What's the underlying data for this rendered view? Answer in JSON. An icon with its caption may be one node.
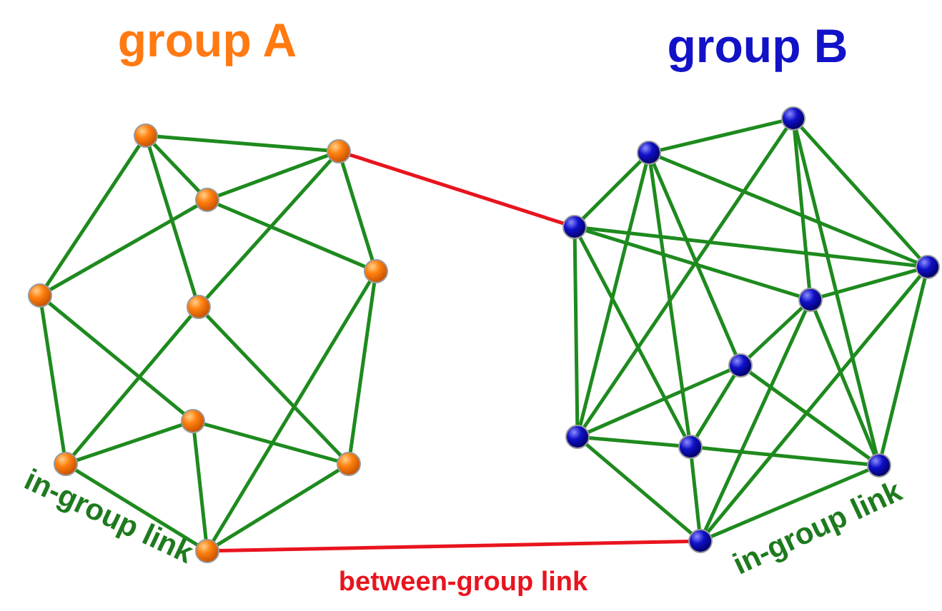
{
  "diagram": {
    "nodes": [
      {
        "text": [],
        "shape": "circle"
      },
      {
        "text": [],
        "shape": "circle"
      },
      {
        "text": [],
        "shape": "circle"
      },
      {
        "text": [],
        "shape": "circle"
      },
      {
        "text": [],
        "shape": "circle"
      },
      {
        "text": [],
        "shape": "circle"
      },
      {
        "text": [],
        "shape": "circle"
      },
      {
        "text": [],
        "shape": "circle"
      },
      {
        "text": [],
        "shape": "circle"
      },
      {
        "text": [],
        "shape": "circle"
      },
      {
        "text": [],
        "shape": "circle"
      },
      {
        "text": [],
        "shape": "circle"
      },
      {
        "text": [],
        "shape": "circle"
      },
      {
        "text": [],
        "shape": "circle"
      },
      {
        "text": [],
        "shape": "circle"
      },
      {
        "text": [],
        "shape": "circle"
      },
      {
        "text": [],
        "shape": "circle"
      },
      {
        "text": [],
        "shape": "circle"
      },
      {
        "text": [],
        "shape": "circle"
      },
      {
        "text": [],
        "shape": "circle"
      }
    ],
    "edges": [
      {
        "from": 0,
        "to": 1,
        "arrow": "none"
      },
      {
        "from": 0,
        "to": 2,
        "arrow": "none"
      },
      {
        "from": 0,
        "to": 5,
        "arrow": "none"
      },
      {
        "from": 0,
        "to": 4,
        "arrow": "none"
      },
      {
        "from": 2,
        "to": 1,
        "arrow": "none"
      },
      {
        "from": 2,
        "to": 4,
        "arrow": "none"
      },
      {
        "from": 2,
        "to": 3,
        "arrow": "none"
      },
      {
        "from": 1,
        "to": 3,
        "arrow": "none"
      },
      {
        "from": 1,
        "to": 5,
        "arrow": "none"
      },
      {
        "from": 4,
        "to": 7,
        "arrow": "none"
      },
      {
        "from": 4,
        "to": 6,
        "arrow": "none"
      },
      {
        "from": 5,
        "to": 7,
        "arrow": "none"
      },
      {
        "from": 5,
        "to": 8,
        "arrow": "none"
      },
      {
        "from": 3,
        "to": 8,
        "arrow": "none"
      },
      {
        "from": 3,
        "to": 9,
        "arrow": "none"
      },
      {
        "from": 6,
        "to": 7,
        "arrow": "none"
      },
      {
        "from": 6,
        "to": 8,
        "arrow": "none"
      },
      {
        "from": 6,
        "to": 9,
        "arrow": "none"
      },
      {
        "from": 7,
        "to": 9,
        "arrow": "none"
      },
      {
        "from": 8,
        "to": 9,
        "arrow": "none"
      },
      {
        "from": 10,
        "to": 11,
        "arrow": "none"
      },
      {
        "from": 10,
        "to": 12,
        "arrow": "none"
      },
      {
        "from": 10,
        "to": 13,
        "arrow": "none"
      },
      {
        "from": 10,
        "to": 16,
        "arrow": "none"
      },
      {
        "from": 10,
        "to": 17,
        "arrow": "none"
      },
      {
        "from": 10,
        "to": 15,
        "arrow": "none"
      },
      {
        "from": 11,
        "to": 13,
        "arrow": "none"
      },
      {
        "from": 11,
        "to": 14,
        "arrow": "none"
      },
      {
        "from": 11,
        "to": 18,
        "arrow": "none"
      },
      {
        "from": 11,
        "to": 16,
        "arrow": "none"
      },
      {
        "from": 12,
        "to": 13,
        "arrow": "none"
      },
      {
        "from": 12,
        "to": 14,
        "arrow": "none"
      },
      {
        "from": 12,
        "to": 16,
        "arrow": "none"
      },
      {
        "from": 12,
        "to": 17,
        "arrow": "none"
      },
      {
        "from": 13,
        "to": 14,
        "arrow": "none"
      },
      {
        "from": 13,
        "to": 19,
        "arrow": "none"
      },
      {
        "from": 13,
        "to": 18,
        "arrow": "none"
      },
      {
        "from": 14,
        "to": 15,
        "arrow": "none"
      },
      {
        "from": 14,
        "to": 19,
        "arrow": "none"
      },
      {
        "from": 14,
        "to": 18,
        "arrow": "none"
      },
      {
        "from": 15,
        "to": 16,
        "arrow": "none"
      },
      {
        "from": 15,
        "to": 17,
        "arrow": "none"
      },
      {
        "from": 15,
        "to": 18,
        "arrow": "none"
      },
      {
        "from": 16,
        "to": 17,
        "arrow": "none"
      },
      {
        "from": 16,
        "to": 19,
        "arrow": "none"
      },
      {
        "from": 17,
        "to": 18,
        "arrow": "none"
      },
      {
        "from": 17,
        "to": 19,
        "arrow": "none"
      },
      {
        "from": 18,
        "to": 19,
        "arrow": "none"
      },
      {
        "from": 1,
        "to": 12,
        "arrow": "none",
        "color": "#e8141e"
      },
      {
        "from": 9,
        "to": 19,
        "arrow": "none",
        "color": "#e8141e"
      }
    ],
    "labels": [
      "group A",
      "group B",
      "in-group link",
      "between-group link",
      "in-group link"
    ]
  }
}
